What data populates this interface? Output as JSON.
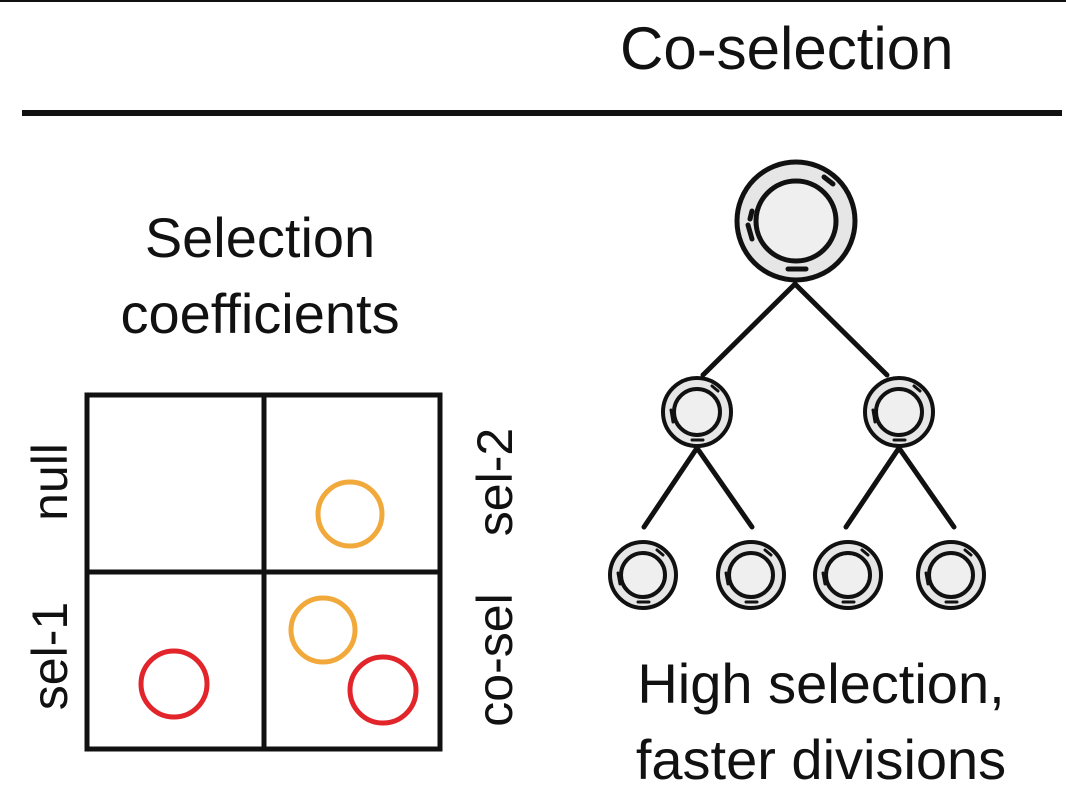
{
  "title": "Co-selection",
  "selection_coefficients": {
    "title_line1": "Selection",
    "title_line2": "coefficients",
    "labels": {
      "null": "null",
      "sel1": "sel-1",
      "sel2": "sel-2",
      "cosel": "co-sel"
    },
    "colors": {
      "orange": "#F2A93B",
      "red": "#E1252B"
    }
  },
  "tree": {
    "caption_line1": "High selection,",
    "caption_line2": "faster divisions"
  }
}
